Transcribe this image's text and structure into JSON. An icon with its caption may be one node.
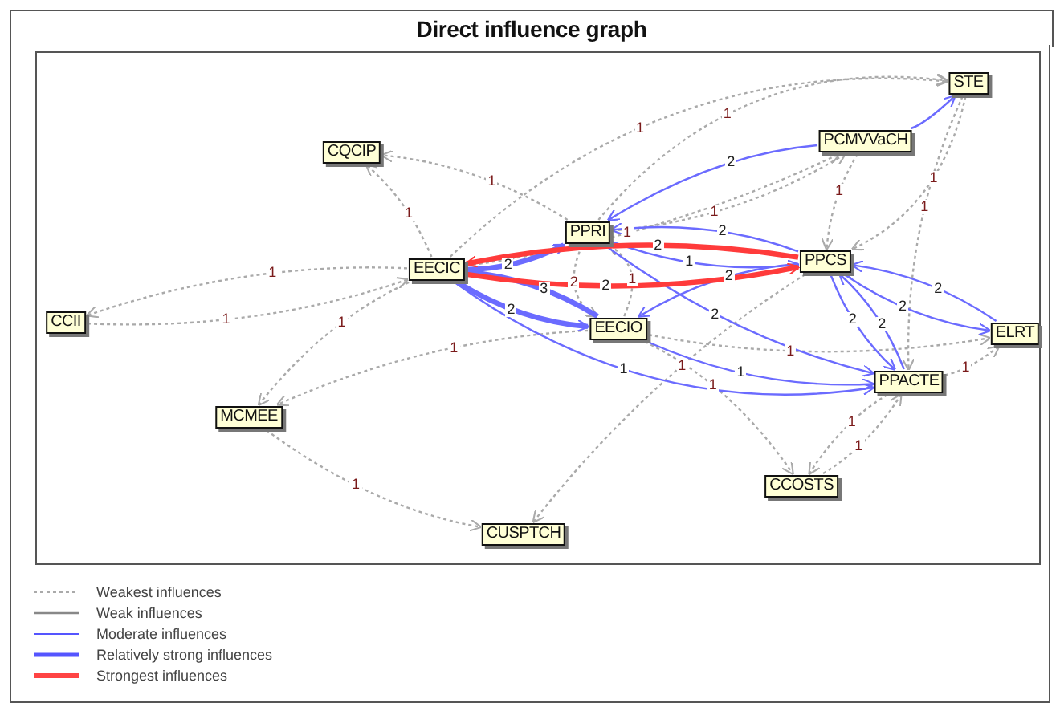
{
  "diagram": {
    "title": "Direct influence graph",
    "nodes": [
      {
        "text": [
          "STE"
        ]
      },
      {
        "text": [
          "CQCIP"
        ]
      },
      {
        "text": [
          "PCMVVaCH"
        ]
      },
      {
        "text": [
          "PPRI"
        ]
      },
      {
        "text": [
          "EECIC"
        ]
      },
      {
        "text": [
          "PPCS"
        ]
      },
      {
        "text": [
          "CCII"
        ]
      },
      {
        "text": [
          "EECIO"
        ]
      },
      {
        "text": [
          "ELRT"
        ]
      },
      {
        "text": [
          "PPACTE"
        ]
      },
      {
        "text": [
          "MCMEE"
        ]
      },
      {
        "text": [
          "CCOSTS"
        ]
      },
      {
        "text": [
          "CUSPTCH"
        ]
      }
    ],
    "edges": [
      {
        "from": 4,
        "to": 1,
        "arrow": "to",
        "label": "1",
        "style": "dashed",
        "color": "#aaaaaa"
      },
      {
        "from": 3,
        "to": 1,
        "arrow": "to",
        "label": "1",
        "style": "dashed",
        "color": "#aaaaaa"
      },
      {
        "from": 4,
        "to": 6,
        "arrow": "to",
        "label": "1",
        "style": "dashed",
        "color": "#aaaaaa"
      },
      {
        "from": 6,
        "to": 4,
        "arrow": "to",
        "label": "1",
        "style": "dashed",
        "color": "#aaaaaa"
      },
      {
        "from": 4,
        "to": 10,
        "arrow": "to",
        "label": "1",
        "style": "dashed",
        "color": "#aaaaaa"
      },
      {
        "from": 7,
        "to": 10,
        "arrow": "to",
        "label": "1",
        "style": "dashed",
        "color": "#aaaaaa"
      },
      {
        "from": 10,
        "to": 12,
        "arrow": "to",
        "label": "1",
        "style": "dashed",
        "color": "#aaaaaa"
      },
      {
        "from": 5,
        "to": 12,
        "arrow": "to",
        "label": "1",
        "style": "dashed",
        "color": "#aaaaaa"
      },
      {
        "from": 7,
        "to": 11,
        "arrow": "to",
        "label": "1",
        "style": "dashed",
        "color": "#aaaaaa"
      },
      {
        "from": 11,
        "to": 9,
        "arrow": "to",
        "label": "1",
        "style": "dashed",
        "color": "#aaaaaa"
      },
      {
        "from": 9,
        "to": 11,
        "arrow": "to",
        "label": "1",
        "style": "dashed",
        "color": "#aaaaaa"
      },
      {
        "from": 9,
        "to": 8,
        "arrow": "to",
        "label": "1",
        "style": "dashed",
        "color": "#aaaaaa"
      },
      {
        "from": 7,
        "to": 8,
        "arrow": "to",
        "label": "1",
        "style": "dashed",
        "color": "#aaaaaa"
      },
      {
        "from": 3,
        "to": 0,
        "arrow": "to",
        "label": "1",
        "style": "dashed",
        "color": "#aaaaaa"
      },
      {
        "from": 4,
        "to": 0,
        "arrow": "to",
        "label": "1",
        "style": "dashed",
        "color": "#aaaaaa"
      },
      {
        "from": 3,
        "to": 2,
        "arrow": "to",
        "label": "1",
        "style": "dashed",
        "color": "#aaaaaa"
      },
      {
        "from": 4,
        "to": 2,
        "arrow": "to",
        "label": "1",
        "style": "dashed",
        "color": "#aaaaaa"
      },
      {
        "from": 2,
        "to": 5,
        "arrow": "to",
        "label": "1",
        "style": "dashed",
        "color": "#aaaaaa"
      },
      {
        "from": 0,
        "to": 5,
        "arrow": "to",
        "label": "1",
        "style": "dashed",
        "color": "#aaaaaa"
      },
      {
        "from": 0,
        "to": 9,
        "arrow": "to",
        "label": "1",
        "style": "dashed",
        "color": "#aaaaaa"
      },
      {
        "from": 7,
        "to": 3,
        "arrow": "to",
        "label": "1",
        "style": "dashed",
        "color": "#aaaaaa"
      },
      {
        "from": 3,
        "to": 7,
        "arrow": "to",
        "label": "2",
        "style": "dashed",
        "color": "#aaaaaa"
      },
      {
        "from": 2,
        "to": 3,
        "arrow": "to",
        "label": "2"
      },
      {
        "from": 2,
        "to": 0,
        "arrow": "to"
      },
      {
        "from": 3,
        "to": 5,
        "arrow": "to",
        "label": "1"
      },
      {
        "from": 5,
        "to": 3,
        "arrow": "to",
        "label": "2"
      },
      {
        "from": 3,
        "to": 9,
        "arrow": "to",
        "label": "2"
      },
      {
        "from": 4,
        "to": 9,
        "arrow": "to",
        "label": "1"
      },
      {
        "from": 7,
        "to": 9,
        "arrow": "to",
        "label": "1"
      },
      {
        "from": 5,
        "to": 7,
        "arrow": "to",
        "label": "2"
      },
      {
        "from": 5,
        "to": 9,
        "arrow": "to",
        "label": "2"
      },
      {
        "from": 9,
        "to": 5,
        "arrow": "to",
        "label": "2"
      },
      {
        "from": 5,
        "to": 8,
        "arrow": "to",
        "label": "2"
      },
      {
        "from": 8,
        "to": 5,
        "arrow": "to",
        "label": "2"
      },
      {
        "from": 4,
        "to": 7,
        "arrow": "to",
        "label": "2",
        "style": "thick"
      },
      {
        "from": 7,
        "to": 4,
        "arrow": "to",
        "label": "3",
        "style": "thick"
      },
      {
        "from": 4,
        "to": 3,
        "arrow": "to",
        "label": "2",
        "style": "thick"
      },
      {
        "from": 4,
        "to": 5,
        "arrow": "to",
        "label": "2",
        "style": "thick",
        "color": "#ff3b3b"
      },
      {
        "from": 5,
        "to": 4,
        "arrow": "to",
        "label": "2",
        "style": "thick",
        "color": "#ff3b3b"
      }
    ],
    "legend": [
      {
        "text": "Weakest influences"
      },
      {
        "text": "Weak influences"
      },
      {
        "text": "Moderate influences"
      },
      {
        "text": "Relatively strong influences"
      },
      {
        "text": "Strongest influences"
      }
    ]
  }
}
